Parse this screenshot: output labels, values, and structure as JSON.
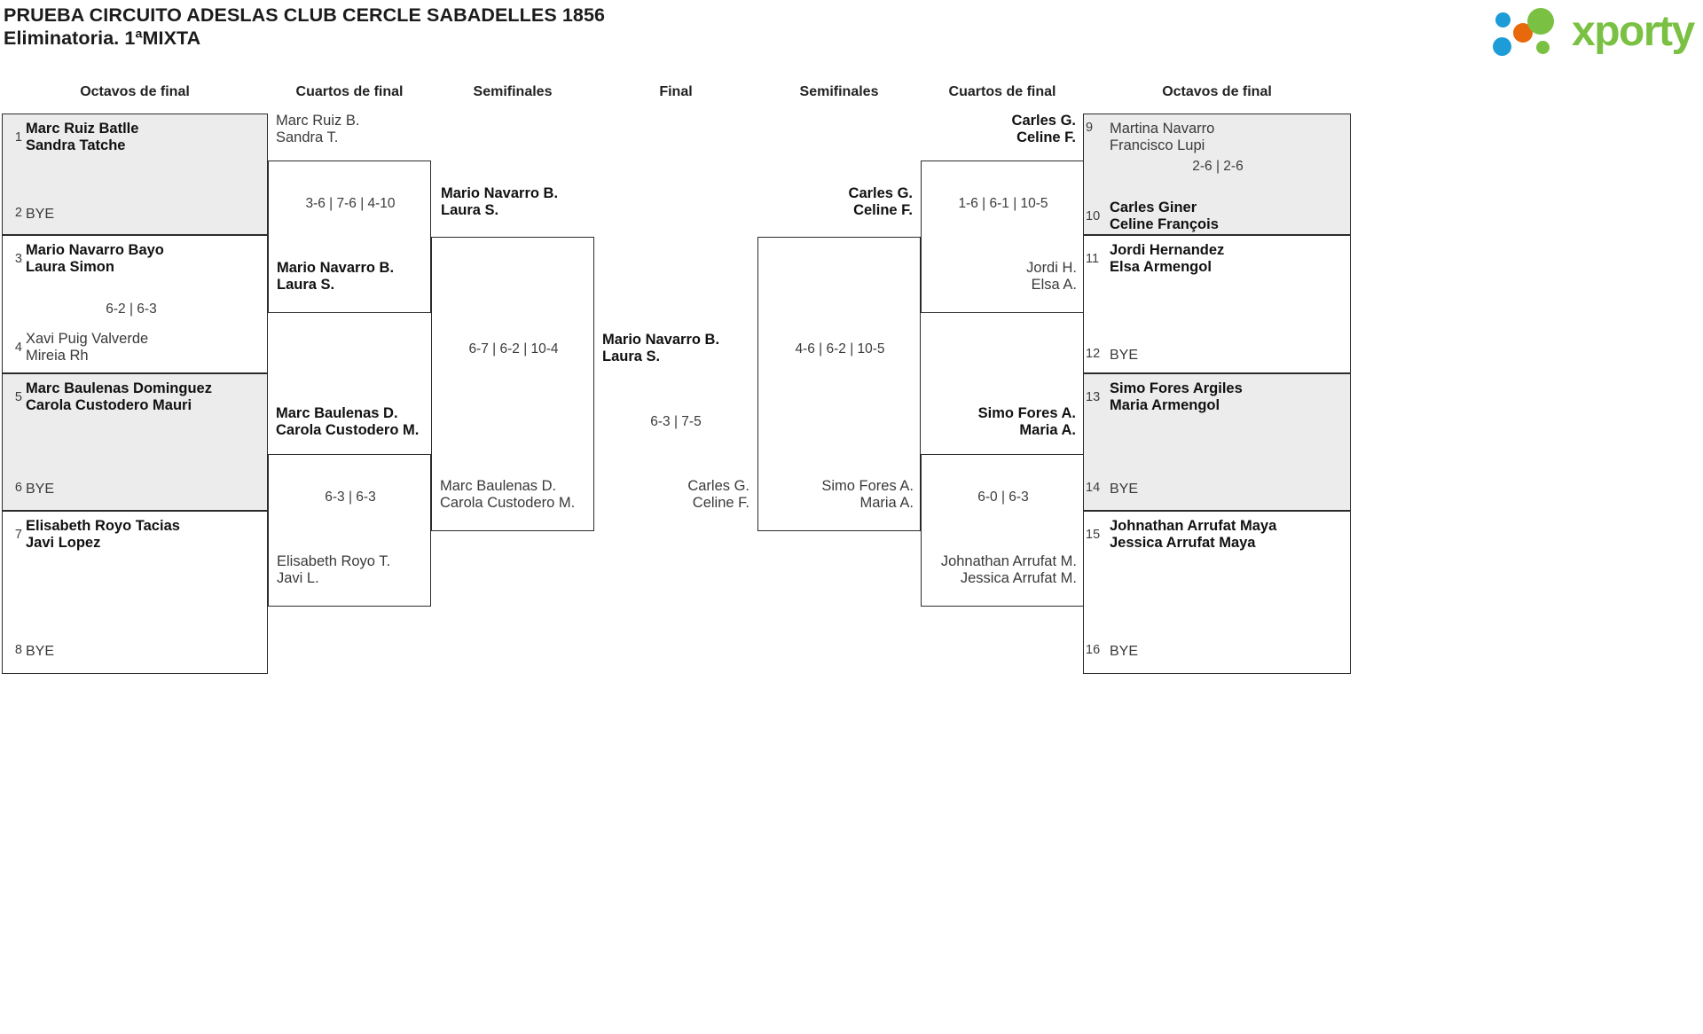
{
  "header": {
    "title_line1": "PRUEBA CIRCUITO ADESLAS CLUB CERCLE SABADELLES 1856",
    "title_line2": "Eliminatoria. 1ªMIXTA",
    "logo_text": "xporty",
    "logo_colors": {
      "green": "#7ac143",
      "blue": "#1e9cd7",
      "orange": "#e8690b"
    }
  },
  "rounds": {
    "left": [
      {
        "label": "Octavos de final"
      },
      {
        "label": "Cuartos de final"
      },
      {
        "label": "Semifinales"
      }
    ],
    "center": {
      "label": "Final"
    },
    "right": [
      {
        "label": "Semifinales"
      },
      {
        "label": "Cuartos de final"
      },
      {
        "label": "Octavos de final"
      }
    ]
  },
  "bracket": {
    "left_r16": [
      {
        "seed_top": "1",
        "top_line1": "Marc Ruiz Batlle",
        "top_line2": "Sandra Tatche",
        "seed_bottom": "2",
        "bottom_line1": "BYE",
        "bottom_line2": "",
        "score": ""
      },
      {
        "seed_top": "3",
        "top_line1": "Mario Navarro Bayo",
        "top_line2": "Laura Simon",
        "seed_bottom": "4",
        "bottom_line1": "Xavi Puig Valverde",
        "bottom_line2": "Mireia Rh",
        "score": "6-2 | 6-3"
      },
      {
        "seed_top": "5",
        "top_line1": "Marc Baulenas Dominguez",
        "top_line2": "Carola Custodero Mauri",
        "seed_bottom": "6",
        "bottom_line1": "BYE",
        "bottom_line2": "",
        "score": ""
      },
      {
        "seed_top": "7",
        "top_line1": "Elisabeth Royo Tacias",
        "top_line2": "Javi Lopez",
        "seed_bottom": "8",
        "bottom_line1": "BYE",
        "bottom_line2": "",
        "score": ""
      }
    ],
    "left_qf": [
      {
        "top_line1": "Marc Ruiz B.",
        "top_line2": "Sandra T.",
        "bottom_line1": "Mario Navarro B.",
        "bottom_line2": "Laura S.",
        "score": "3-6 | 7-6 | 4-10"
      },
      {
        "top_line1": "Marc Baulenas D.",
        "top_line2": "Carola Custodero M.",
        "bottom_line1": "Elisabeth Royo T.",
        "bottom_line2": "Javi L.",
        "score": "6-3 | 6-3"
      }
    ],
    "left_sf": [
      {
        "top_line1": "Mario Navarro B.",
        "top_line2": "Laura S.",
        "bottom_line1": "Marc Baulenas D.",
        "bottom_line2": "Carola Custodero M.",
        "score": "6-7 | 6-2 | 10-4"
      }
    ],
    "final": {
      "top_line1": "Mario Navarro B.",
      "top_line2": "Laura S.",
      "bottom_line1": "Carles G.",
      "bottom_line2": "Celine F.",
      "score": "6-3 | 7-5"
    },
    "right_sf": [
      {
        "top_line1": "Carles G.",
        "top_line2": "Celine F.",
        "bottom_line1": "Simo Fores A.",
        "bottom_line2": "Maria A.",
        "score": "4-6 | 6-2 | 10-5"
      }
    ],
    "right_qf": [
      {
        "top_line1": "Carles G.",
        "top_line2": "Celine F.",
        "bottom_line1": "Jordi H.",
        "bottom_line2": "Elsa A.",
        "score": "1-6 | 6-1 | 10-5"
      },
      {
        "top_line1": "Simo Fores A.",
        "top_line2": "Maria A.",
        "bottom_line1": "Johnathan Arrufat M.",
        "bottom_line2": "Jessica Arrufat M.",
        "score": "6-0 | 6-3"
      }
    ],
    "right_r16": [
      {
        "seed_top": "9",
        "top_line1": "Martina Navarro",
        "top_line2": "Francisco Lupi",
        "seed_bottom": "10",
        "bottom_line1": "Carles Giner",
        "bottom_line2": "Celine François",
        "score": "2-6 | 2-6"
      },
      {
        "seed_top": "11",
        "top_line1": "Jordi Hernandez",
        "top_line2": "Elsa Armengol",
        "seed_bottom": "12",
        "bottom_line1": "BYE",
        "bottom_line2": "",
        "score": ""
      },
      {
        "seed_top": "13",
        "top_line1": "Simo Fores Argiles",
        "top_line2": "Maria Armengol",
        "seed_bottom": "14",
        "bottom_line1": "BYE",
        "bottom_line2": "",
        "score": ""
      },
      {
        "seed_top": "15",
        "top_line1": "Johnathan Arrufat Maya",
        "top_line2": "Jessica Arrufat Maya",
        "seed_bottom": "16",
        "bottom_line1": "BYE",
        "bottom_line2": "",
        "score": ""
      }
    ]
  }
}
